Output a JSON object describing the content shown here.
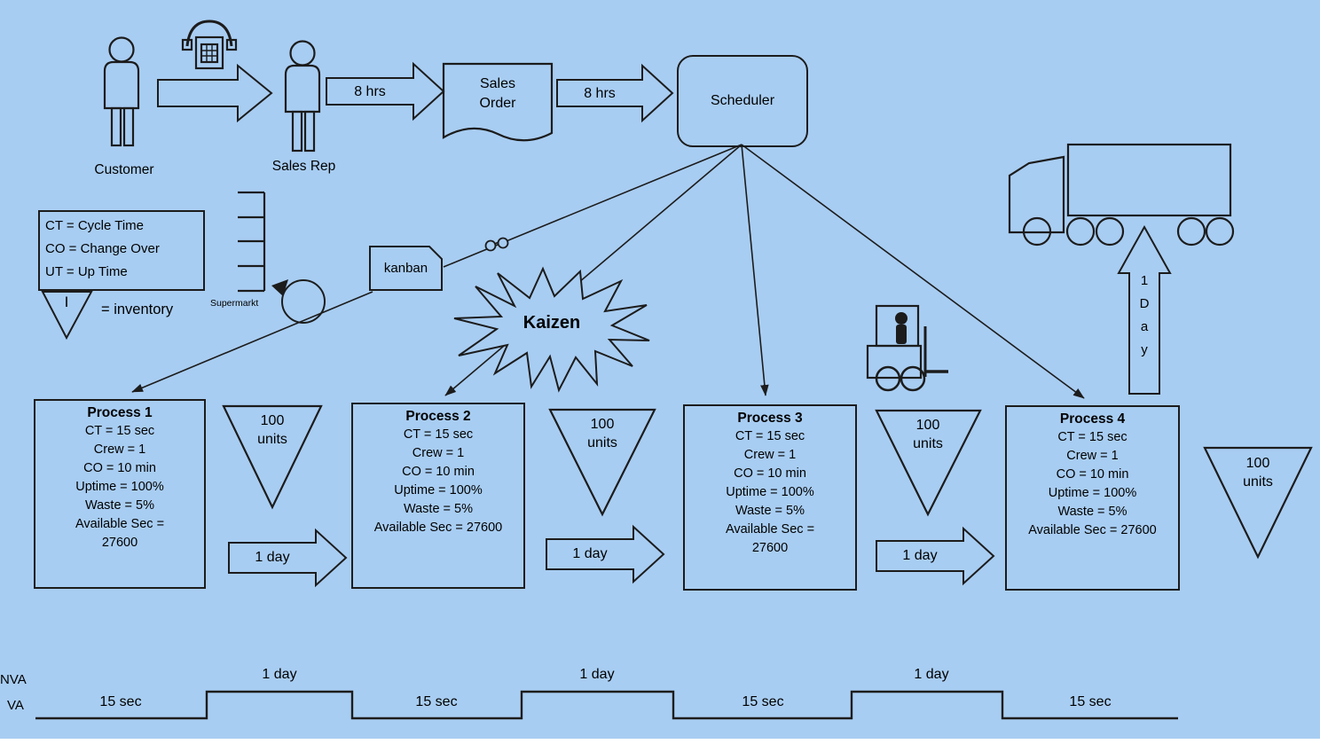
{
  "colors": {
    "background": "#A8CDF2",
    "line": "#1C1C1C",
    "text": "#000000",
    "bottom_strip": "#FFFFFF"
  },
  "header_flow": {
    "customer_label": "Customer",
    "sales_rep_label": "Sales Rep",
    "order_lead_time_1": "8 hrs",
    "sales_order": {
      "lines": [
        "Sales",
        "Order"
      ]
    },
    "order_lead_time_2": "8 hrs",
    "scheduler_label": "Scheduler"
  },
  "legend": {
    "lines": [
      "CT = Cycle Time",
      "CO = Change Over",
      "UT = Up Time"
    ],
    "inventory_symbol_text": "I",
    "inventory_meaning": "= inventory"
  },
  "supermarket_label": "Supermarkt",
  "kanban_label": "kanban",
  "kaizen_label": "Kaizen",
  "processes": [
    {
      "title": "Process 1",
      "stats": [
        "CT = 15 sec",
        "Crew = 1",
        "CO = 10 min",
        "Uptime = 100%",
        "Waste = 5%",
        "Available Sec =",
        "27600"
      ]
    },
    {
      "title": "Process 2",
      "stats": [
        "CT = 15 sec",
        "Crew = 1",
        "CO = 10 min",
        "Uptime = 100%",
        "Waste = 5%",
        "Available Sec = 27600"
      ]
    },
    {
      "title": "Process 3",
      "stats": [
        "CT = 15 sec",
        "Crew = 1",
        "CO = 10 min",
        "Uptime = 100%",
        "Waste = 5%",
        "Available Sec =",
        "27600"
      ]
    },
    {
      "title": "Process 4",
      "stats": [
        "CT = 15 sec",
        "Crew = 1",
        "CO = 10 min",
        "Uptime = 100%",
        "Waste = 5%",
        "Available Sec = 27600"
      ]
    }
  ],
  "inventory_buffers": [
    {
      "lines": [
        "100",
        "units"
      ]
    },
    {
      "lines": [
        "100",
        "units"
      ]
    },
    {
      "lines": [
        "100",
        "units"
      ]
    },
    {
      "lines": [
        "100",
        "units"
      ]
    }
  ],
  "transport_arrows": [
    {
      "label": "1 day"
    },
    {
      "label": "1 day"
    },
    {
      "label": "1 day"
    }
  ],
  "shipping": {
    "arrow_chars": [
      "1",
      "D",
      "a",
      "y"
    ]
  },
  "timeline": {
    "nva_label": "NVA",
    "va_label": "VA",
    "va_segments": [
      {
        "label": "15 sec"
      },
      {
        "label": "15 sec"
      },
      {
        "label": "15 sec"
      },
      {
        "label": "15 sec"
      }
    ],
    "nva_segments": [
      {
        "label": "1 day"
      },
      {
        "label": "1 day"
      },
      {
        "label": "1 day"
      }
    ]
  }
}
